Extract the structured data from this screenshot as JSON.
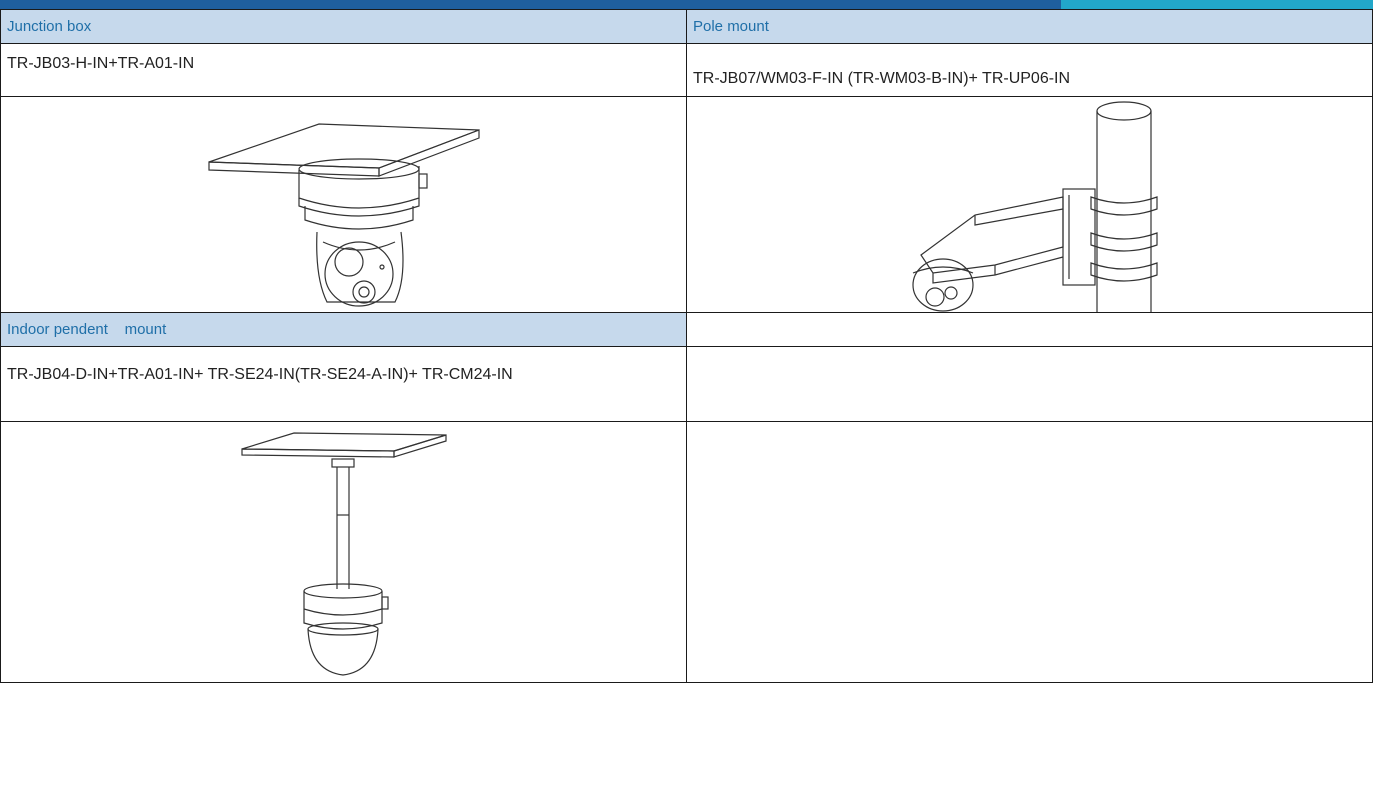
{
  "sections": {
    "junction_box": {
      "title": "Junction box",
      "model": "TR-JB03-H-IN+TR-A01-IN",
      "illustration_icon": "dome-camera-junction-box-illustration"
    },
    "pole_mount": {
      "title": "Pole mount",
      "model": "TR-JB07/WM03-F-IN (TR-WM03-B-IN)+ TR-UP06-IN",
      "illustration_icon": "dome-camera-pole-mount-illustration"
    },
    "indoor_pendent_mount": {
      "title": "Indoor pendent    mount",
      "model": "TR-JB04-D-IN+TR-A01-IN+ TR-SE24-IN(TR-SE24-A-IN)+ TR-CM24-IN",
      "illustration_icon": "dome-camera-pendent-mount-illustration"
    }
  },
  "colors": {
    "header_fill": "#c6d9ec",
    "header_text": "#1f6fa8",
    "top_bar": "#1f5f9e",
    "top_bar_accent": "#22a7c9",
    "border": "#1a1a1a"
  }
}
